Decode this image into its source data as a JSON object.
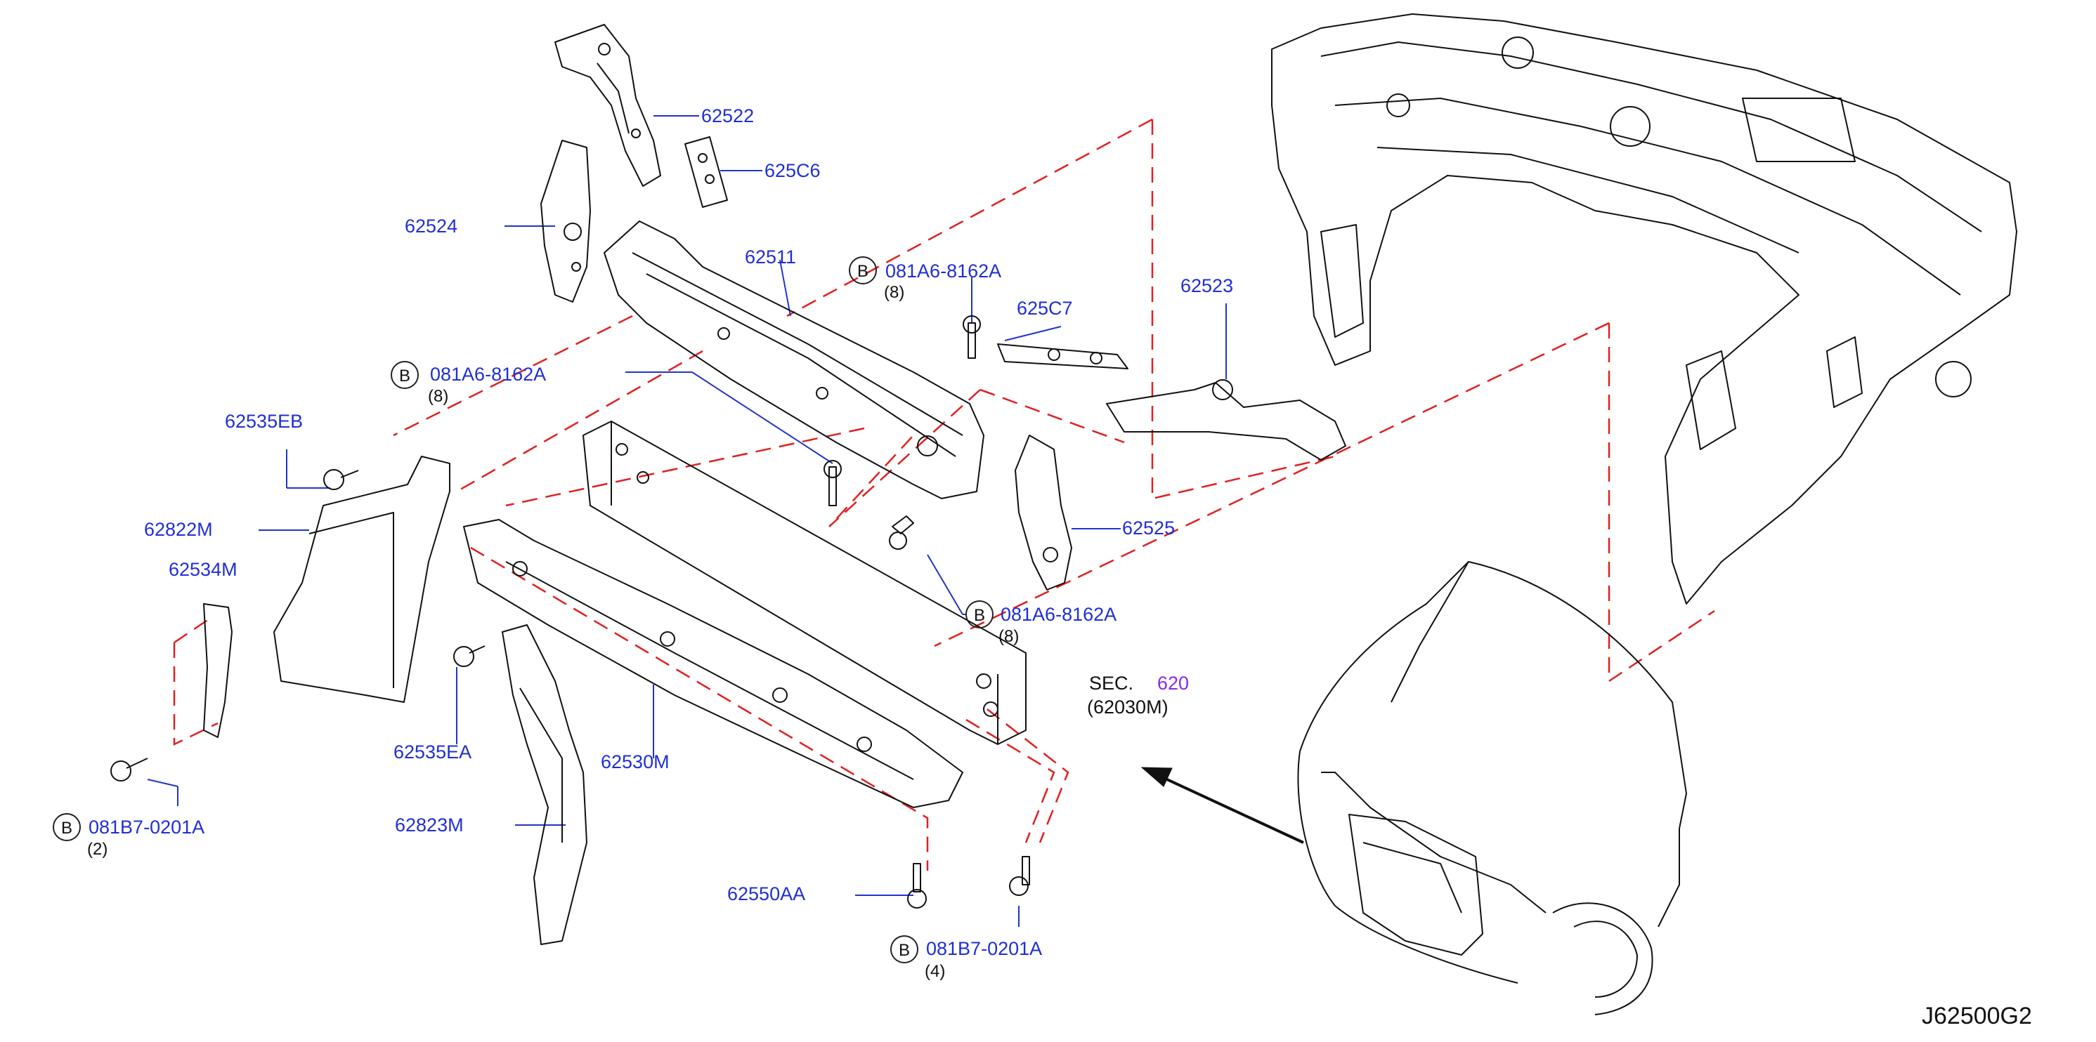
{
  "parts": {
    "p62522": "62522",
    "p625C6": "625C6",
    "p62524": "62524",
    "p62511": "62511",
    "p625C7": "625C7",
    "p62523": "62523",
    "p62535EB": "62535EB",
    "p62822M": "62822M",
    "p62534M": "62534M",
    "p62525": "62525",
    "p62535EA": "62535EA",
    "p62530M": "62530M",
    "p62823M": "62823M",
    "p62550AA": "62550AA"
  },
  "bolts": {
    "top": {
      "circle": "B",
      "code": "081A6-8162A",
      "qty": "(8)"
    },
    "left": {
      "circle": "B",
      "code": "081A6-8162A",
      "qty": "(8)"
    },
    "mid": {
      "circle": "B",
      "code": "081A6-8162A",
      "qty": "(8)"
    },
    "bl": {
      "circle": "B",
      "code": "081B7-0201A",
      "qty": "(2)"
    },
    "bc": {
      "circle": "B",
      "code": "081B7-0201A",
      "qty": "(4)"
    }
  },
  "section": {
    "label": "SEC.",
    "number": "620",
    "ref": "(62030M)"
  },
  "diagram_code": "J62500G2",
  "colors": {
    "part_label": "#1f2fd6",
    "leader": "#2233cc",
    "dashed": "#e02020",
    "section_number": "#8a2be2",
    "line": "#111111"
  }
}
